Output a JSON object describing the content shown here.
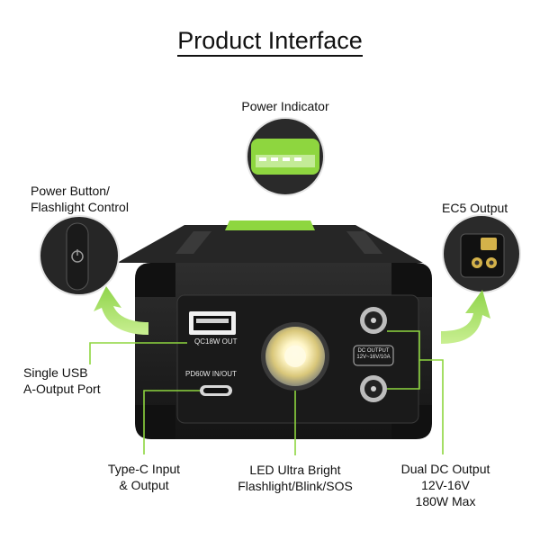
{
  "title": "Product Interface",
  "callouts": {
    "power_indicator": "Power Indicator",
    "power_button": [
      "Power Button/",
      "Flashlight Control"
    ],
    "ec5_output": "EC5 Output",
    "usb_port": [
      "Single USB",
      "A-Output Port"
    ],
    "typec": [
      "Type-C Input",
      "& Output"
    ],
    "led": [
      "LED Ultra Bright",
      "Flashlight/Blink/SOS"
    ],
    "dual_dc": [
      "Dual DC Output",
      "12V-16V",
      "180W Max"
    ]
  },
  "device_labels": {
    "usb_a": "QC18W OUT",
    "usb_c": "PD60W IN/OUT",
    "dc_output_1": "DC OUTPUT",
    "dc_output_2": "12V~16V/10A"
  },
  "colors": {
    "accent_green": "#8ed63f",
    "device_body": "#1f1f1f"
  }
}
